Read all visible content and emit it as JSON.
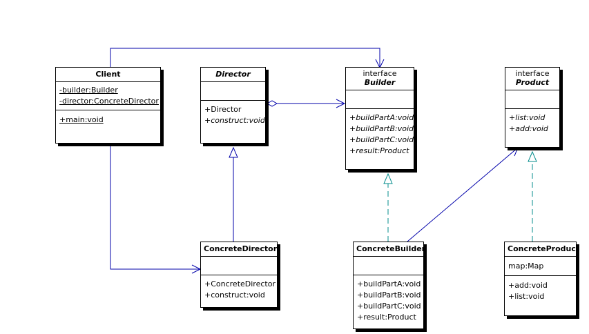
{
  "diagram": {
    "classes": {
      "client": {
        "name": "Client",
        "attributes": [
          "-builder:Builder",
          "-director:ConcreteDirector"
        ],
        "methods": [
          "+main:void"
        ]
      },
      "director": {
        "name": "Director",
        "methods": [
          "+Director",
          "+construct:void"
        ]
      },
      "builder": {
        "stereotype": "interface",
        "name": "Builder",
        "methods": [
          "+buildPartA:void",
          "+buildPartB:void",
          "+buildPartC:void",
          "+result:Product"
        ]
      },
      "product": {
        "stereotype": "interface",
        "name": "Product",
        "methods": [
          "+list:void",
          "+add:void"
        ]
      },
      "concrete_director": {
        "name": "ConcreteDirector",
        "methods": [
          "+ConcreteDirector",
          "+construct:void"
        ]
      },
      "concrete_builder": {
        "name": "ConcreteBuilder",
        "methods": [
          "+buildPartA:void",
          "+buildPartB:void",
          "+buildPartC:void",
          "+result:Product"
        ]
      },
      "concrete_product": {
        "name": "ConcreteProduct",
        "attributes": [
          "map:Map"
        ],
        "methods": [
          "+add:void",
          "+list:void"
        ]
      }
    },
    "colors": {
      "association": "#0000aa",
      "realization": "#008b8b",
      "border": "#000000"
    }
  }
}
